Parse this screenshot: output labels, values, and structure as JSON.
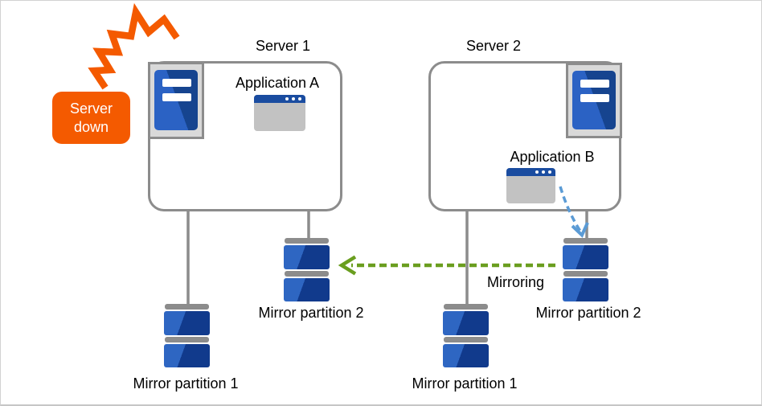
{
  "diagram": {
    "badge": {
      "line1": "Server",
      "line2": "down"
    },
    "server1": {
      "title": "Server 1",
      "app_label": "Application A",
      "mp1_label": "Mirror partition 1",
      "mp2_label": "Mirror partition 2"
    },
    "server2": {
      "title": "Server 2",
      "app_label": "Application B",
      "mp1_label": "Mirror partition 1",
      "mp2_label": "Mirror partition 2"
    },
    "mirroring_label": "Mirroring",
    "colors": {
      "alert_orange": "#F45A00",
      "box_border_gray": "#8C8C8C",
      "server_icon_bg": "#D9D9D9",
      "tower_blue_light": "#2B62C4",
      "tower_blue_dark": "#16448F",
      "disk_blue_light": "#2E66C2",
      "disk_blue_dark": "#113A8C",
      "window_body_gray": "#C2C2C2",
      "window_titlebar_blue": "#1A4CA0",
      "mirroring_arrow_green": "#6A9E1F",
      "app_write_arrow_blue": "#5B9BD5"
    }
  }
}
